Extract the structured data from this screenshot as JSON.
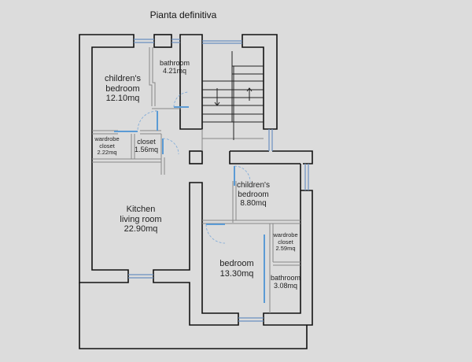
{
  "title": "Pianta definitiva",
  "colors": {
    "wall": "#111111",
    "partition": "#888888",
    "door": "#5b9bd5",
    "background": "#dcdcdc"
  },
  "rooms": [
    {
      "id": "childrens-bedroom-1",
      "lines": [
        "children's",
        "bedroom",
        "12.10mq"
      ]
    },
    {
      "id": "bathroom-1",
      "lines": [
        "bathroom",
        "4.21mq"
      ]
    },
    {
      "id": "wardrobe-closet-1",
      "lines": [
        "wardrobe",
        "closet",
        "2.22mq"
      ]
    },
    {
      "id": "closet",
      "lines": [
        "closet",
        "1.56mq"
      ]
    },
    {
      "id": "childrens-bedroom-2",
      "lines": [
        "children's",
        "bedroom",
        "8.80mq"
      ]
    },
    {
      "id": "kitchen-living-room",
      "lines": [
        "Kitchen",
        "living room",
        "22.90mq"
      ]
    },
    {
      "id": "wardrobe-closet-2",
      "lines": [
        "wardrobe",
        "closet",
        "2.59mq"
      ]
    },
    {
      "id": "bedroom",
      "lines": [
        "bedroom",
        "13.30mq"
      ]
    },
    {
      "id": "bathroom-2",
      "lines": [
        "bathroom",
        "3.08mq"
      ]
    }
  ]
}
